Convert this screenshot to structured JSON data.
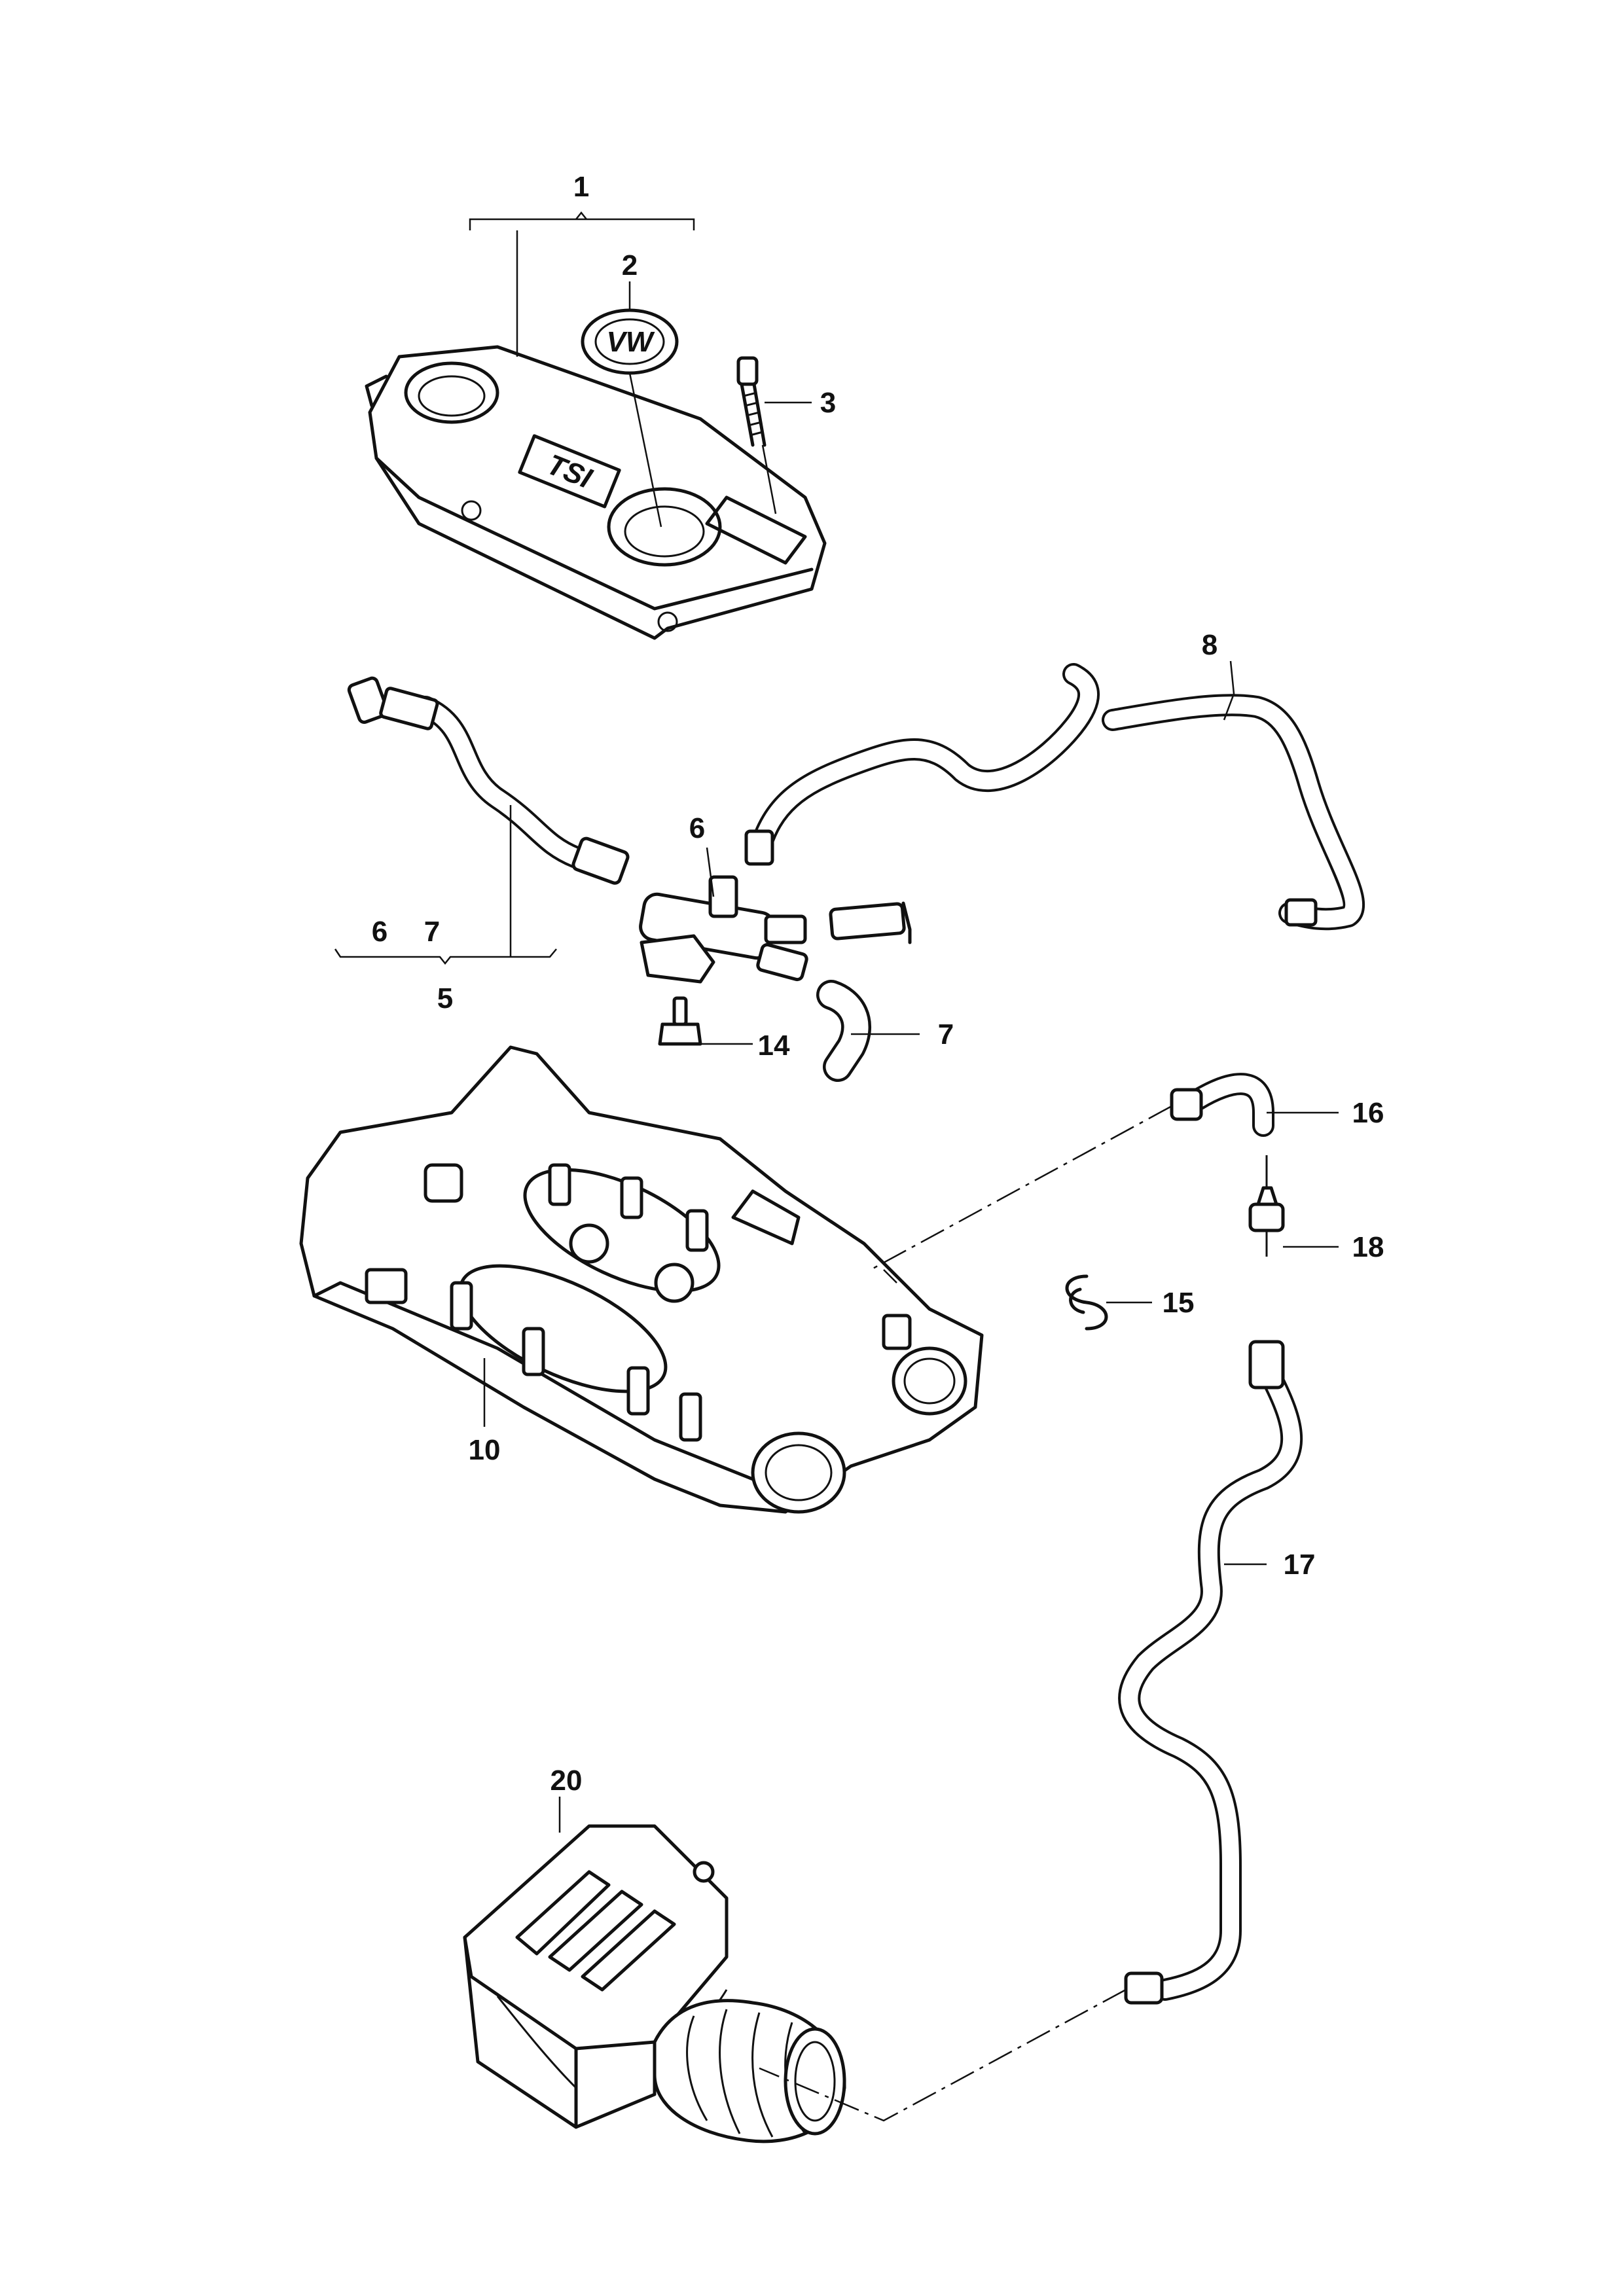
{
  "callouts": {
    "c1": "1",
    "c2": "2",
    "c3": "3",
    "c5": "5",
    "c6a": "6",
    "c7a": "7",
    "c6b": "6",
    "c7b": "7",
    "c8": "8",
    "c10": "10",
    "c14": "14",
    "c15": "15",
    "c16": "16",
    "c17": "17",
    "c18": "18",
    "c20": "20"
  },
  "engine_cover": {
    "emblem": "VW",
    "badge": "TSI"
  },
  "colors": {
    "line": "#111111",
    "background": "#ffffff"
  }
}
